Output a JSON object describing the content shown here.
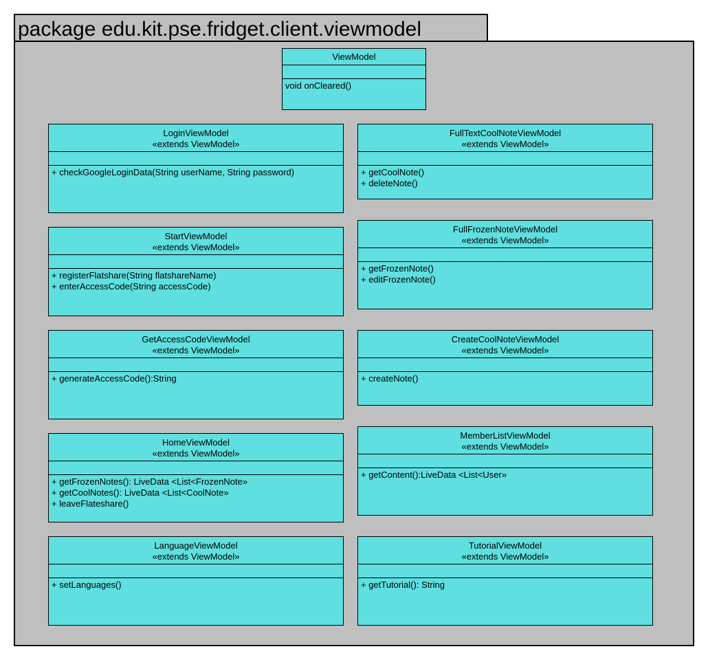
{
  "package": {
    "label": "package edu.kit.pse.fridget.client.viewmodel"
  },
  "base_class": {
    "name": "ViewModel",
    "operations": [
      "void onCleared()"
    ]
  },
  "classes": [
    {
      "name": "LoginViewModel",
      "stereotype": "«extends ViewModel»",
      "operations": [
        "+ checkGoogleLoginData(String userName, String password)"
      ]
    },
    {
      "name": "FullTextCoolNoteViewModel",
      "stereotype": "«extends ViewModel»",
      "operations": [
        "+ getCoolNote()",
        "+ deleteNote()"
      ]
    },
    {
      "name": "StartViewModel",
      "stereotype": "«extends ViewModel»",
      "operations": [
        "+ registerFlatshare(String flatshareName)",
        "+ enterAccessCode(String accessCode)"
      ]
    },
    {
      "name": "FullFrozenNoteViewModel",
      "stereotype": "«extends ViewModel»",
      "operations": [
        "+ getFrozenNote()",
        "+ editFrozenNote()"
      ]
    },
    {
      "name": "GetAccessCodeViewModel",
      "stereotype": "«extends ViewModel»",
      "operations": [
        "+ generateAccessCode():String"
      ]
    },
    {
      "name": "CreateCoolNoteViewModel",
      "stereotype": "«extends ViewModel»",
      "operations": [
        "+ createNote()"
      ]
    },
    {
      "name": "HomeViewModel",
      "stereotype": "«extends ViewModel»",
      "operations": [
        "+ getFrozenNotes(): LiveData <List<FrozenNote»",
        "+ getCoolNotes(): LiveData <List<CoolNote»",
        "+ leaveFlateshare()"
      ]
    },
    {
      "name": "MemberListViewModel",
      "stereotype": "«extends ViewModel»",
      "operations": [
        "+ getContent():LiveData <List<User»"
      ]
    },
    {
      "name": "LanguageViewModel",
      "stereotype": "«extends ViewModel»",
      "operations": [
        "+ setLanguages()"
      ]
    },
    {
      "name": "TutorialViewModel",
      "stereotype": "«extends ViewModel»",
      "operations": [
        "+ getTutorial(): String"
      ]
    }
  ],
  "colors": {
    "class_fill": "#5fdfdf",
    "package_fill": "#bfbfbf",
    "border": "#000000"
  }
}
